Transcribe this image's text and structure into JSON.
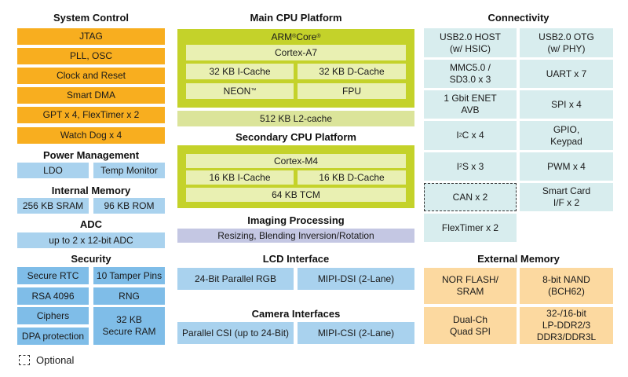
{
  "system_control": {
    "title": "System Control",
    "items": [
      "JTAG",
      "PLL, OSC",
      "Clock and Reset",
      "Smart DMA",
      "GPT x 4, FlexTimer x 2",
      "Watch Dog x 4"
    ]
  },
  "power_management": {
    "title": "Power Management",
    "items": [
      "LDO",
      "Temp Monitor"
    ]
  },
  "internal_memory": {
    "title": "Internal Memory",
    "items": [
      "256 KB SRAM",
      "96 KB ROM"
    ]
  },
  "adc": {
    "title": "ADC",
    "items": [
      "up to 2 x 12-bit ADC"
    ]
  },
  "security": {
    "title": "Security",
    "items": [
      "Secure RTC",
      "10 Tamper Pins",
      "RSA 4096",
      "RNG",
      "Ciphers",
      "32 KB\nSecure RAM",
      "DPA protection"
    ]
  },
  "legend": {
    "optional_label": "Optional"
  },
  "main_cpu": {
    "title": "Main CPU Platform",
    "core_label": "ARM",
    "core_label_sup": "®",
    "core_label2": " Core",
    "core_label2_sup": "®",
    "core": "Cortex-A7",
    "icache": "32 KB I-Cache",
    "dcache": "32 KB D-Cache",
    "neon": "NEON",
    "neon_sup": "™",
    "fpu": "FPU",
    "l2": "512 KB L2-cache"
  },
  "secondary_cpu": {
    "title": "Secondary CPU Platform",
    "core": "Cortex-M4",
    "icache": "16 KB I-Cache",
    "dcache": "16 KB D-Cache",
    "tcm": "64 KB TCM"
  },
  "imaging": {
    "title": "Imaging Processing",
    "items": [
      "Resizing, Blending Inversion/Rotation"
    ]
  },
  "lcd": {
    "title": "LCD Interface",
    "items": [
      "24-Bit Parallel RGB",
      "MIPI-DSI (2-Lane)"
    ]
  },
  "camera": {
    "title": "Camera Interfaces",
    "items": [
      "Parallel CSI (up to 24-Bit)",
      "MIPI-CSI (2-Lane)"
    ]
  },
  "connectivity": {
    "title": "Connectivity",
    "items": [
      "USB2.0 HOST\n(w/ HSIC)",
      "USB2.0 OTG\n(w/ PHY)",
      "MMC5.0 /\nSD3.0 x 3",
      "UART x 7",
      "1 Gbit ENET\nAVB",
      "SPI x 4",
      "GPIO,\nKeypad",
      "PWM x 4",
      "CAN x 2",
      "Smart Card\nI/F x 2",
      "FlexTimer x 2"
    ],
    "i2c_prefix": "I",
    "i2c_sup": "2",
    "i2c_suffix": "C x 4",
    "i2s_prefix": "I",
    "i2s_sup": "2",
    "i2s_suffix": "S x 3"
  },
  "external_memory": {
    "title": "External Memory",
    "items": [
      "NOR FLASH/\nSRAM",
      "8-bit NAND\n(BCH62)",
      "Dual-Ch\nQuad SPI",
      "32-/16-bit\nLP-DDR2/3\nDDR3/DDR3L"
    ]
  }
}
